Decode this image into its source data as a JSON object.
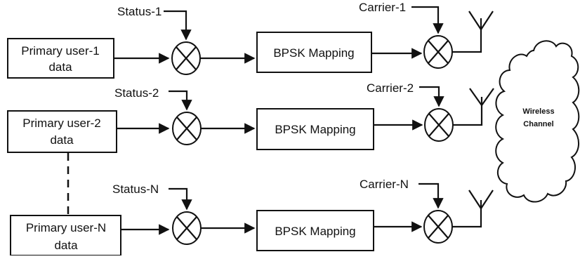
{
  "diagram": {
    "rows": [
      {
        "user_line1": "Primary user-1",
        "user_line2": "data",
        "status": "Status-1",
        "mapping": "BPSK Mapping",
        "carrier": "Carrier-1"
      },
      {
        "user_line1": "Primary user-2",
        "user_line2": "data",
        "status": "Status-2",
        "mapping": "BPSK Mapping",
        "carrier": "Carrier-2"
      },
      {
        "user_line1": "Primary user-N",
        "user_line2": "data",
        "status": "Status-N",
        "mapping": "BPSK Mapping",
        "carrier": "Carrier-N"
      }
    ],
    "channel": {
      "line1": "Wireless",
      "line2": "Channel"
    },
    "colors": {
      "stroke": "#111111",
      "background": "#ffffff"
    }
  }
}
